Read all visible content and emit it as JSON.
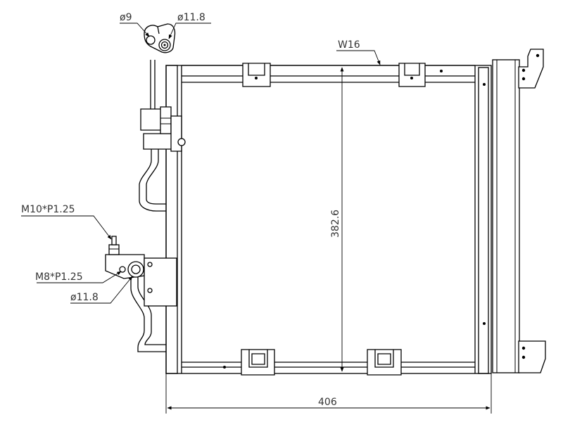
{
  "drawing": {
    "labels": {
      "diameter_top_small": "ø9",
      "diameter_top_large": "ø11.8",
      "width_strip": "W16",
      "thread_large": "M10*P1.25",
      "thread_small": "M8*P1.25",
      "diameter_side": "ø11.8",
      "height_dimension": "382.6",
      "width_dimension": "406"
    }
  }
}
